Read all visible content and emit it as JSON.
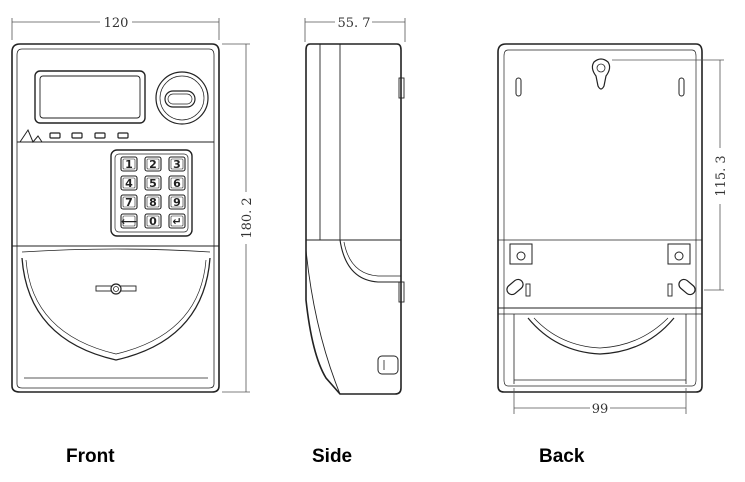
{
  "dimensions": {
    "front_width": "120",
    "front_height": "180. 2",
    "side_depth": "55. 7",
    "back_hole_distance": "115. 3",
    "back_width": "99"
  },
  "keypad": {
    "keys": [
      "1",
      "2",
      "3",
      "4",
      "5",
      "6",
      "7",
      "8",
      "9",
      "⟵",
      "0",
      "↵"
    ]
  },
  "views": {
    "front": "Front",
    "side": "Side",
    "back": "Back"
  }
}
